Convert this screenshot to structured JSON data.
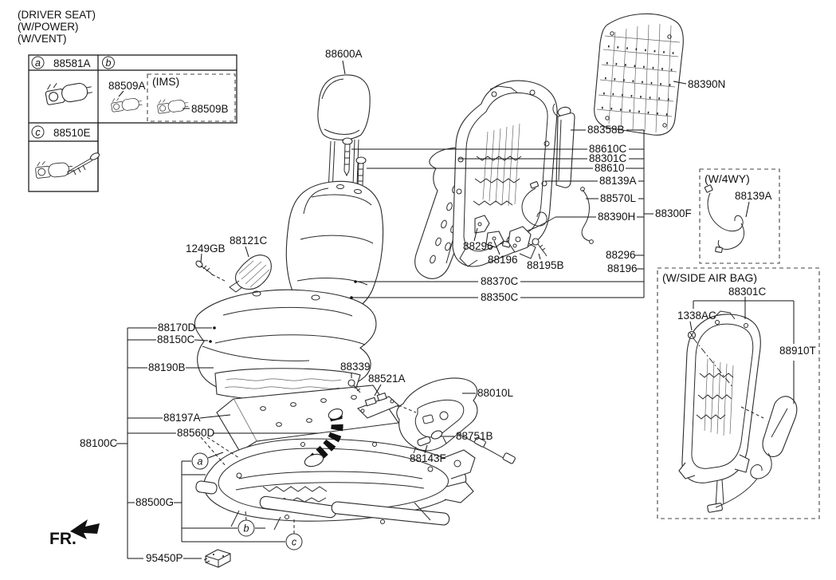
{
  "header": {
    "line1": "(DRIVER SEAT)",
    "line2": "(W/POWER)",
    "line3": "(W/VENT)"
  },
  "legend": {
    "a": {
      "letter": "a",
      "part": "88581A"
    },
    "b": {
      "letter": "b",
      "part": "88509A",
      "ims_title": "(IMS)",
      "ims_part": "88509B"
    },
    "c": {
      "letter": "c",
      "part": "88510E"
    }
  },
  "callouts": {
    "headrest": "88600A",
    "back_panel": "88390N",
    "lumbar": "88358B",
    "guide_lock": "88610C",
    "frame": "88301C",
    "guide_free": "88610",
    "wiring": "88139A",
    "cable": "88570L",
    "harness": "88390H",
    "back_assy": "88300F",
    "bracket_a": "88296",
    "bracket_b": "88196",
    "screw": "88195B",
    "back_pad": "88370C",
    "back_cover": "88350C",
    "bolt": "1249GB",
    "board": "88121C",
    "cushion_cover": "88170D",
    "cushion_pad": "88150C",
    "heater": "88190B",
    "felt_pad": "88197A",
    "duct": "88560D",
    "cushion_assy": "88100C",
    "track_assy": "88500G",
    "ecu": "95450P",
    "screw_switch": "88339",
    "switch": "88521A",
    "shield": "88010L",
    "cap_a": "88751B",
    "cap_b": "88143F"
  },
  "markers": {
    "a": "a",
    "b": "b",
    "c": "c"
  },
  "insets": {
    "w4wy": {
      "title": "(W/4WY)"
    },
    "side_airbag": {
      "title": "(W/SIDE AIR BAG)",
      "bolt": "1338AC",
      "module": "88910T"
    }
  },
  "fr": "FR."
}
